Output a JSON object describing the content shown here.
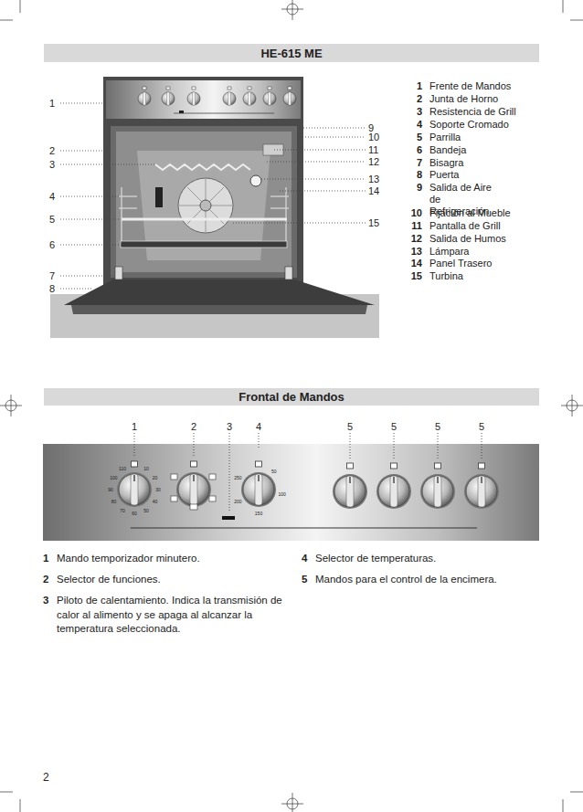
{
  "diagram": {
    "nodes": [
      {
        "text": [
          "HE-615 ME"
        ]
      },
      {
        "text": [
          "Frontal de Mandos"
        ]
      }
    ],
    "labels": [
      "1",
      "2",
      "3",
      "4",
      "5",
      "6",
      "7",
      "8",
      "9",
      "10",
      "11",
      "12",
      "13",
      "14",
      "15",
      "1",
      "Frente de Mandos",
      "2",
      "Junta de Horno",
      "3",
      "Resistencia de Grill",
      "4",
      "Soporte Cromado",
      "5",
      "Parrilla",
      "6",
      "Bandeja",
      "7",
      "Bisagra",
      "8",
      "Puerta",
      "9",
      "Salida de Aire de Refrigeración",
      "10",
      "Fijación al Mueble",
      "11",
      "Pantalla de Grill",
      "12",
      "Salida de Humos",
      "13",
      "Lámpara",
      "14",
      "Panel Trasero",
      "15",
      "Turbina",
      "1",
      "2",
      "3",
      "4",
      "5",
      "5",
      "5",
      "5",
      "10",
      "20",
      "30",
      "40",
      "50",
      "60",
      "70",
      "80",
      "90",
      "100",
      "110",
      "50",
      "100",
      "150",
      "200",
      "250",
      "1",
      "Mando temporizador minutero.",
      "2",
      "Selector de funciones.",
      "3",
      "Piloto de calentamiento. Indica la transmisión de calor al alimento y se apaga al alcanzar la temperatura seleccionada.",
      "4",
      "Selector de temperaturas.",
      "5",
      "Mandos para el control de la encimera.",
      "2"
    ]
  }
}
